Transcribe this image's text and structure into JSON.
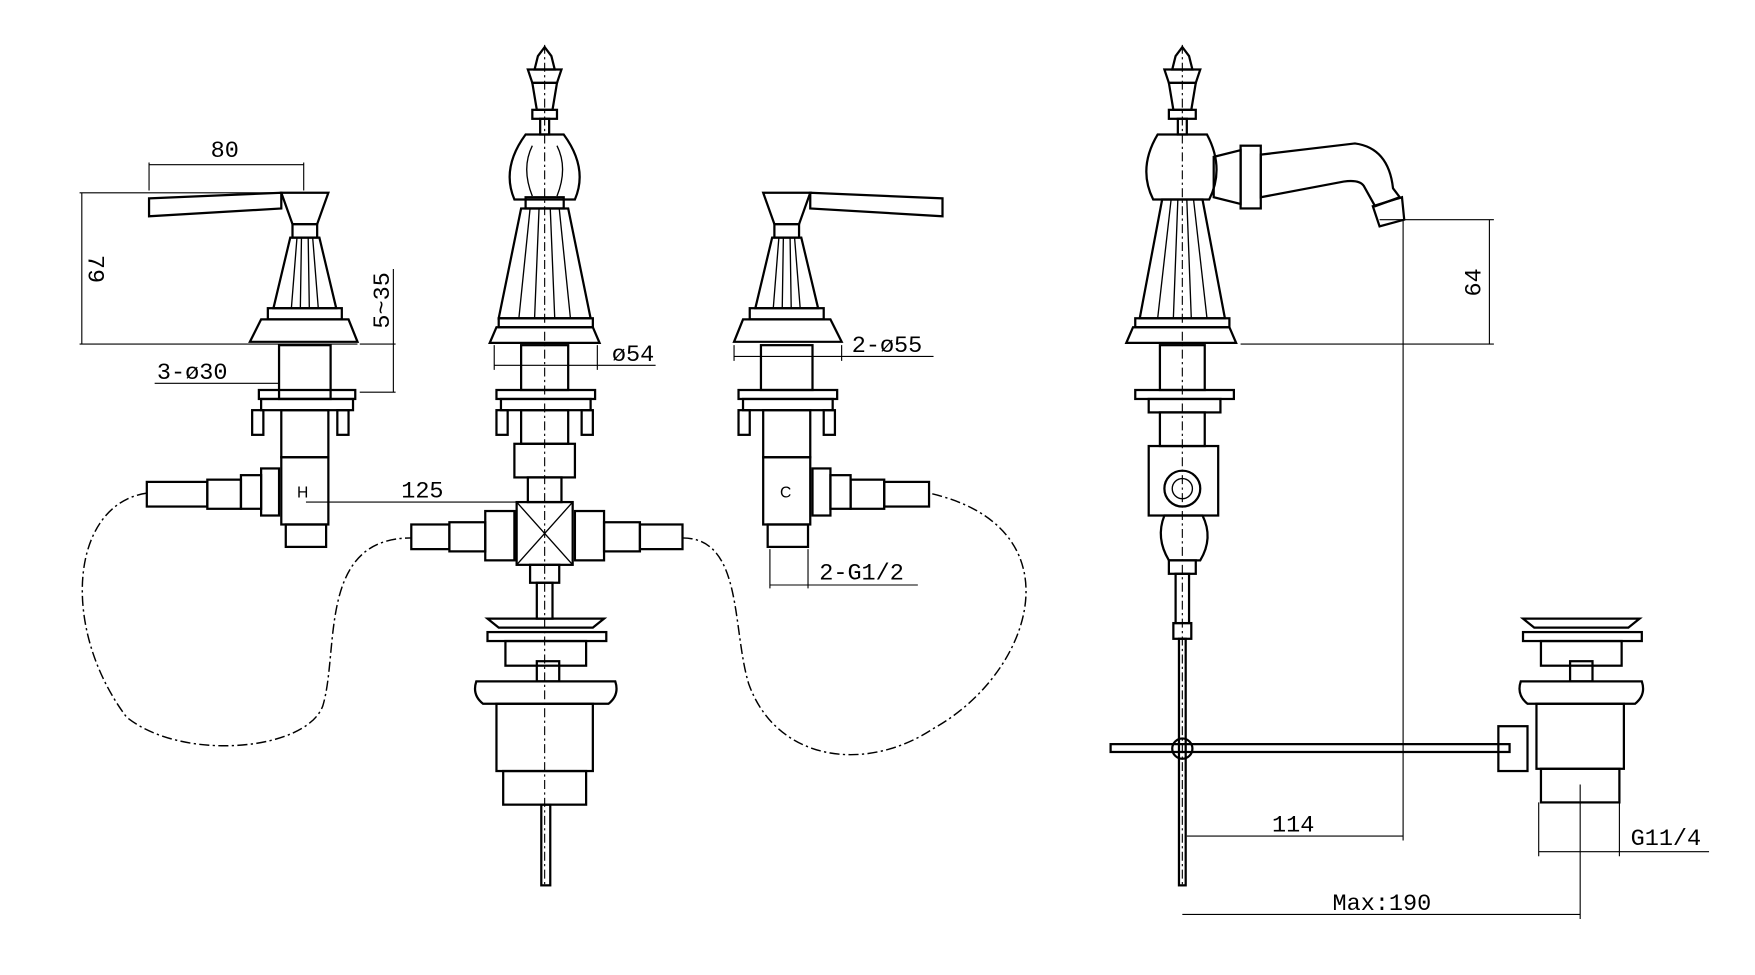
{
  "drawing": {
    "title": "Three-hole basin mixer with pop-up waste - technical drawing",
    "dimensions": {
      "handle_length": "80",
      "handle_height": "79",
      "deck_thickness": "5~35",
      "handle_hole": "3-ø30",
      "spout_base": "ø54",
      "handle_base": "2-ø55",
      "centre_distance": "125",
      "inlet_thread": "2-G1/2",
      "spout_height": "64",
      "spout_reach": "114",
      "waste_thread": "G11/4",
      "max_distance": "Max:190"
    },
    "markings": {
      "hot": "H",
      "cold": "C"
    }
  }
}
